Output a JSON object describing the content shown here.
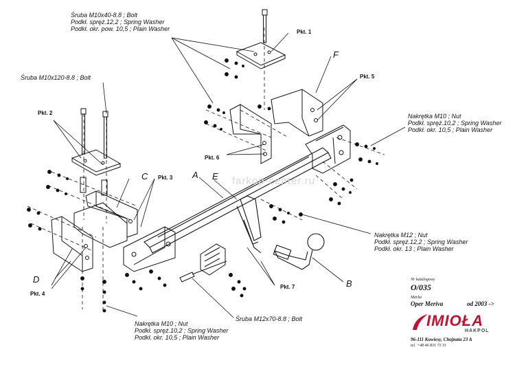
{
  "watermark": "farkop-center.ru",
  "callouts": {
    "bolt_m10x40": [
      "Śruba M10x40-8.8 ;  Bolt",
      "Podkł. spręż.12,2 ;  Spring Washer",
      "Podkł. okr. pow. 10,5 ; Plain Washer"
    ],
    "bolt_m10x120": "Śruba M10x120-8.8 ;  Bolt",
    "nut_m10_right": [
      "Nakrętka  M10 ; Nut",
      "Podkł. spręż.10,2 ; Spring Washer",
      "Podkł. okr. 10,5 ; Plain Washer"
    ],
    "nut_m12": [
      "Nakrętka  M12 ; Nut",
      "Podkł. spręż.12,2 ; Spring Washer",
      "Podkł. okr. 13 ; Plain Washer"
    ],
    "nut_m10_bottom": [
      "Nakrętka  M10 ; Nut",
      "Podkł. spręż.10,2 ; Spring Washer",
      "Podkł. okr. 10,5 ; Plain Washer"
    ],
    "bolt_m12x70": "Śruba M12x70-8.8 ;  Bolt"
  },
  "points": {
    "pkt1": "Pkt. 1",
    "pkt2": "Pkt. 2",
    "pkt3": "Pkt. 3",
    "pkt4": "Pkt. 4",
    "pkt5": "Pkt. 5",
    "pkt6": "Pkt. 6",
    "pkt7": "Pkt. 7"
  },
  "parts": {
    "A": "A",
    "B": "B",
    "C": "C",
    "D": "D",
    "E": "E",
    "F": "F"
  },
  "info": {
    "catalog_label": "Nr katalogowy",
    "catalog_no": "O/035",
    "make_label": "Marka",
    "model": "Oper Meriva",
    "year": "od  2003 ->",
    "brand": "IMIOŁA",
    "brand_sub": "HAKPOL",
    "address": "96-111 Kowiesy, Chojnata 23 A",
    "phone": "tel. +48 46 831 73 31"
  },
  "colors": {
    "line": "#111111",
    "logo": "#c8102e"
  }
}
